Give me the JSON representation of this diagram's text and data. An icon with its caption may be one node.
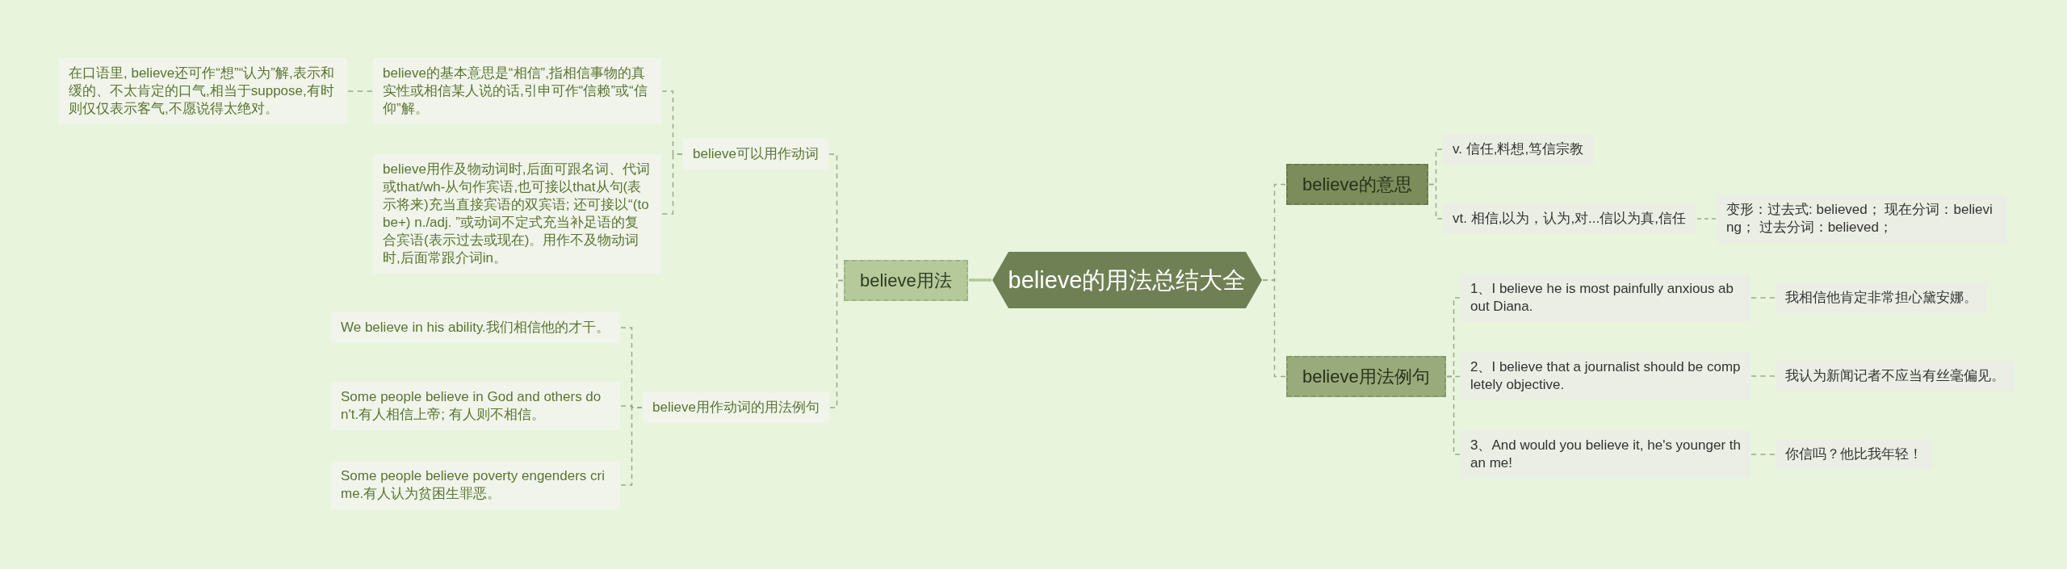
{
  "diagram": {
    "nodes": [
      {
        "text": [
          "believe的用法总结大全"
        ]
      },
      {
        "text": [
          "believe用法"
        ]
      },
      {
        "text": [
          "believe可以用作动词"
        ]
      },
      {
        "text": [
          "believe的基本意思是“相信”,指相信事物的真实性或相信某人说的话,引申可作“信赖”或“信仰”解。"
        ]
      },
      {
        "text": [
          "在口语里, believe还可作“想”“认为”解,表示和缓的、不太肯定的口气,相当于suppose,有时则仅仅表示客气,不愿说得太绝对。"
        ]
      },
      {
        "text": [
          "believe用作及物动词时,后面可跟名词、代词或that/wh-从句作宾语,也可接以that从句(表示将来)充当直接宾语的双宾语; 还可接以“(to be+) n./adj. ”或动词不定式充当补足语的复合宾语(表示过去或现在)。用作不及物动词时,后面常跟介词in。"
        ]
      },
      {
        "text": [
          "believe用作动词的用法例句"
        ]
      },
      {
        "text": [
          "We believe in his ability.我们相信他的才干。"
        ]
      },
      {
        "text": [
          "Some people believe in God and others don't.有人相信上帝; 有人则不相信。"
        ]
      },
      {
        "text": [
          "Some people believe poverty engenders crime.有人认为贫困生罪恶。"
        ]
      },
      {
        "text": [
          "believe的意思"
        ]
      },
      {
        "text": [
          "v. 信任,料想,笃信宗教"
        ]
      },
      {
        "text": [
          "vt. 相信,以为，认为,对...信以为真,信任"
        ]
      },
      {
        "text": [
          "变形：过去式: believed； 现在分词：believing； 过去分词：believed；"
        ]
      },
      {
        "text": [
          "believe用法例句"
        ]
      },
      {
        "text": [
          "1、I believe he is most painfully anxious about Diana."
        ]
      },
      {
        "text": [
          "我相信他肯定非常担心黛安娜。"
        ]
      },
      {
        "text": [
          "2、I believe that a journalist should be completely objective."
        ]
      },
      {
        "text": [
          "我认为新闻记者不应当有丝毫偏见。"
        ]
      },
      {
        "text": [
          "3、And would you believe it, he's younger than me!"
        ]
      },
      {
        "text": [
          "你信吗？他比我年轻！"
        ]
      }
    ],
    "edges": [
      {
        "from": 0,
        "to": 1,
        "arrow": "none",
        "color": "#b3c799"
      },
      {
        "from": 1,
        "to": 2,
        "arrow": "none",
        "style": "dashed"
      },
      {
        "from": 2,
        "to": 3,
        "arrow": "none",
        "style": "dashed"
      },
      {
        "from": 3,
        "to": 4,
        "arrow": "none",
        "style": "dashed"
      },
      {
        "from": 2,
        "to": 5,
        "arrow": "none",
        "style": "dashed"
      },
      {
        "from": 1,
        "to": 6,
        "arrow": "none",
        "style": "dashed"
      },
      {
        "from": 6,
        "to": 7,
        "arrow": "none",
        "style": "dashed"
      },
      {
        "from": 6,
        "to": 8,
        "arrow": "none",
        "style": "dashed"
      },
      {
        "from": 6,
        "to": 9,
        "arrow": "none",
        "style": "dashed"
      },
      {
        "from": 0,
        "to": 10,
        "arrow": "none",
        "style": "dashed"
      },
      {
        "from": 10,
        "to": 11,
        "arrow": "none",
        "style": "dashed"
      },
      {
        "from": 10,
        "to": 12,
        "arrow": "none",
        "style": "dashed"
      },
      {
        "from": 12,
        "to": 13,
        "arrow": "none",
        "style": "dashed"
      },
      {
        "from": 0,
        "to": 14,
        "arrow": "none",
        "style": "dashed"
      },
      {
        "from": 14,
        "to": 15,
        "arrow": "none",
        "style": "dashed"
      },
      {
        "from": 15,
        "to": 16,
        "arrow": "none",
        "style": "dashed"
      },
      {
        "from": 14,
        "to": 17,
        "arrow": "none",
        "style": "dashed"
      },
      {
        "from": 17,
        "to": 18,
        "arrow": "none",
        "style": "dashed"
      },
      {
        "from": 14,
        "to": 19,
        "arrow": "none",
        "style": "dashed"
      },
      {
        "from": 19,
        "to": 20,
        "arrow": "none",
        "style": "dashed"
      }
    ]
  }
}
